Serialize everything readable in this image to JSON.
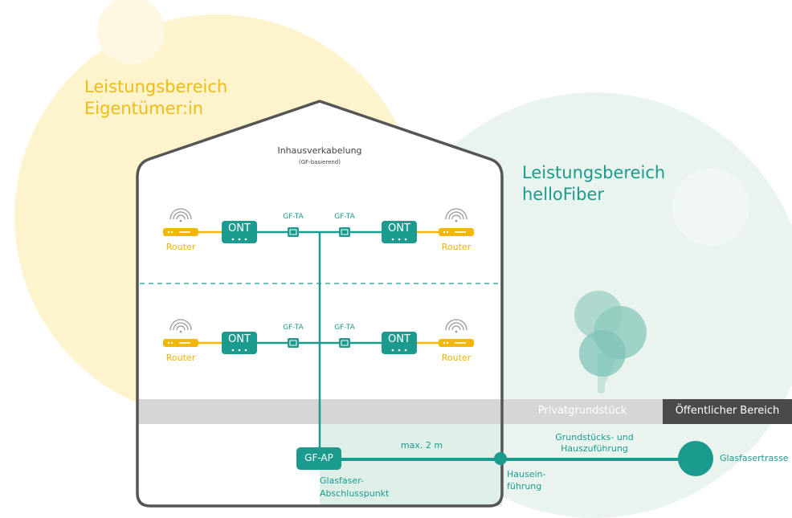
{
  "zones": {
    "owner": {
      "line1": "Leistungsbereich",
      "line2": "Eigentümer:in"
    },
    "fiber": {
      "line1": "Leistungsbereich",
      "line2": "helloFiber"
    }
  },
  "house": {
    "title": "Inhausverkabelung",
    "subtitle": "(GF-basierend)"
  },
  "floors": [
    {
      "left_router": "Router",
      "left_ont": "ONT",
      "left_ta": "GF-TA",
      "right_ta": "GF-TA",
      "right_ont": "ONT",
      "right_router": "Router"
    },
    {
      "left_router": "Router",
      "left_ont": "ONT",
      "left_ta": "GF-TA",
      "right_ta": "GF-TA",
      "right_ont": "ONT",
      "right_router": "Router"
    }
  ],
  "ground": {
    "private": "Privatgrundstück",
    "public": "Öffentlicher Bereich"
  },
  "connection": {
    "ap_box": "GF-AP",
    "ap_line1": "Glasfaser-",
    "ap_line2": "Abschlusspunkt",
    "distance": "max. 2 m",
    "entry_line1": "Hausein-",
    "entry_line2": "führung",
    "supply_line1": "Grundstücks- und",
    "supply_line2": "Hauszuführung",
    "trunk": "Glasfasertrasse"
  },
  "colors": {
    "teal": "#1b9a8e",
    "gold": "#f2b705",
    "owner_zone": "#fdf3cc",
    "fiber_zone": "#e9f4ef",
    "house_outline": "#555555",
    "strip": "#d6d6d6",
    "public_strip": "#4a4a4a"
  }
}
